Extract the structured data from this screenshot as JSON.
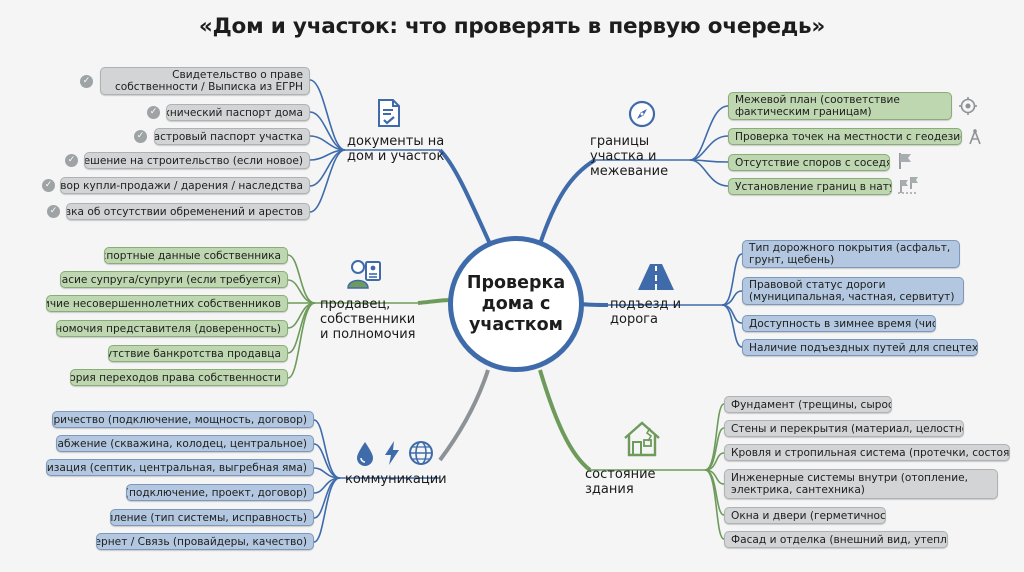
{
  "title": "«Дом и участок: что проверять в первую очередь»",
  "center": "Проверка дома с участком",
  "branches": {
    "documents": {
      "label": "документы на дом и участок",
      "icon": "document-check-icon",
      "items": [
        "Свидетельство о праве собственности / Выписка из ЕГРН",
        "Технический паспорт дома",
        "Кадастровый паспорт участка",
        "Разрешение на строительство (если новое)",
        "Договор купли-продажи / дарения / наследства",
        "Справка об отсутствии обременений и арестов"
      ]
    },
    "seller": {
      "label": "продавец, собственники и полномочия",
      "icon": "person-id-card-icon",
      "items": [
        "Паспортные данные собственника",
        "Согласие супруга/супруги (если требуется)",
        "Наличие несовершеннолетних собственников",
        "Полномочия представителя (доверенность)",
        "Отсутствие банкротства продавца",
        "История переходов права собственности"
      ]
    },
    "utilities": {
      "label": "коммуникации",
      "icons": [
        "water-drop-icon",
        "lightning-icon",
        "globe-icon"
      ],
      "items": [
        "Электричество (подключение, мощность, договор)",
        "Водоснабжение (скважина, колодец, центральное)",
        "Канализация (септик, центральная, выгребная яма)",
        "Газ (подключение, проект, договор)",
        "Отопление (тип системы, исправность)",
        "Интернет / Связь (провайдеры, качество)"
      ]
    },
    "boundaries": {
      "label": "границы участка и межевание",
      "icon": "compass-icon",
      "items": [
        "Межевой план (соответствие фактическим границам)",
        "Проверка точек на местности с геодезистом",
        "Отсутствие споров с соседями",
        "Установление границ в натуре"
      ]
    },
    "road": {
      "label": "подъезд и дорога",
      "icon": "road-icon",
      "items": [
        "Тип дорожного покрытия (асфальт, грунт, щебень)",
        "Правовой статус дороги (муниципальная, частная, сервитут)",
        "Доступность в зимнее время (чистка)",
        "Наличие подъездных путей для спецтехники"
      ]
    },
    "building": {
      "label": "состояние здания",
      "icon": "house-crack-icon",
      "items": [
        "Фундамент (трещины, сырость)",
        "Стены и перекрытия (материал, целостность)",
        "Кровля и стропильная система (протечки, состояние)",
        "Инженерные системы внутри (отопление, электрика, сантехника)",
        "Окна и двери (герметичность)",
        "Фасад и отделка (внешний вид, утепление)"
      ]
    }
  },
  "colors": {
    "center_border": "#3f6bab",
    "gray_pill": "#d2d4d5",
    "green_pill": "#bed7b0",
    "blue_pill": "#b3c8e0",
    "branch_blue": "#3f6bab",
    "branch_green": "#6e9b5b",
    "branch_gray": "#8d9296"
  }
}
